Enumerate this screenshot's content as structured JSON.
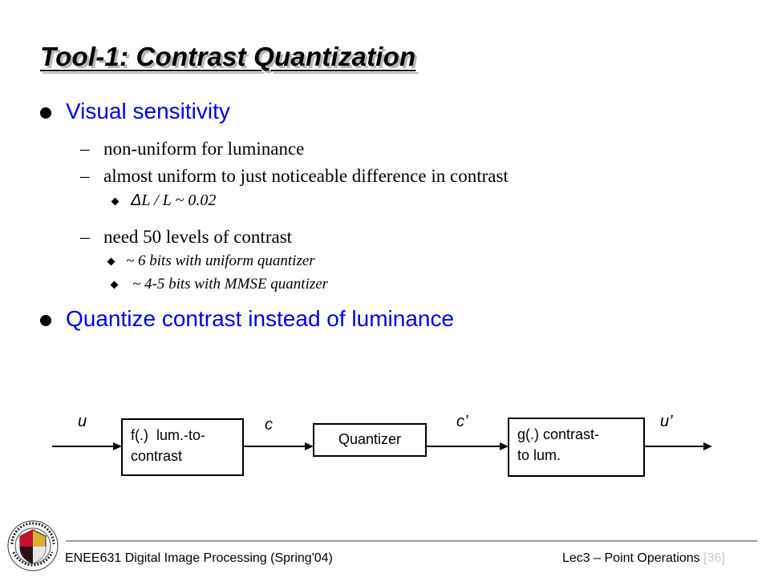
{
  "slide": {
    "title": "Tool-1: Contrast Quantization",
    "bullets": [
      {
        "text": "Visual sensitivity",
        "sub": [
          {
            "dash": "–",
            "text": "non-uniform for luminance"
          },
          {
            "dash": "–",
            "text": "almost uniform to just noticeable difference in contrast",
            "sub": [
              {
                "prefix": "Δ",
                "text": "L / L ~ 0.02"
              }
            ]
          },
          {
            "dash": "–",
            "text": "need 50 levels of contrast",
            "sub": [
              {
                "text": "~ 6 bits with uniform quantizer"
              },
              {
                "text": "~ 4-5 bits with MMSE quantizer"
              }
            ]
          }
        ]
      },
      {
        "text": "Quantize contrast instead of luminance"
      }
    ]
  },
  "diagram": {
    "signals": {
      "u": "u",
      "c": "c",
      "c_prime": "c’",
      "u_prime": "u’"
    },
    "blocks": {
      "f": {
        "line1": "f(.)  lum.-to-",
        "line2": "contrast"
      },
      "q": {
        "label": "Quantizer"
      },
      "g": {
        "line1": "g(.) contrast-",
        "line2": "to lum."
      }
    }
  },
  "footer": {
    "course": "ENEE631 Digital Image Processing (Spring'04)",
    "lecture": "Lec3 – Point Operations",
    "page": "[36]",
    "logo_text": "UNIVERSITY OF MARYLAND"
  }
}
